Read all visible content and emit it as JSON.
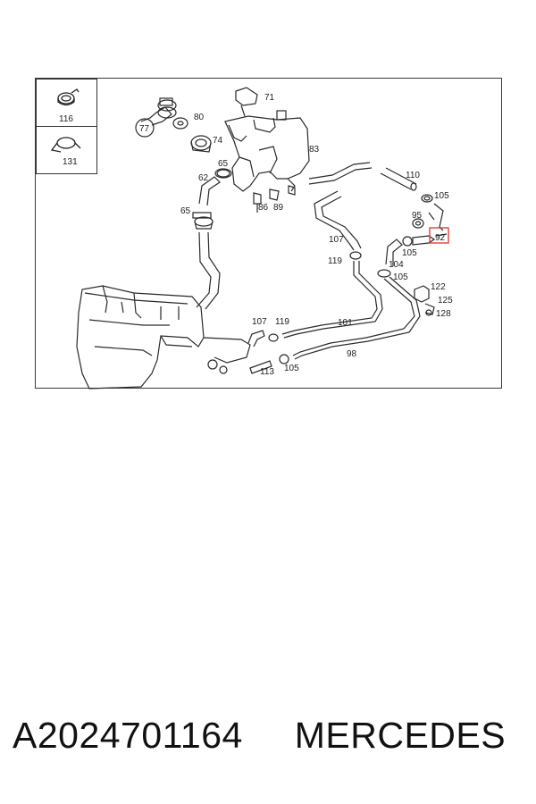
{
  "diagram": {
    "labels": {
      "l116": "116",
      "l131": "131",
      "l77": "77",
      "l80": "80",
      "l74": "74",
      "l71": "71",
      "l83": "83",
      "l62": "62",
      "l65a": "65",
      "l65b": "65",
      "l86": "86",
      "l89": "89",
      "l110": "110",
      "l105a": "105",
      "l95": "95",
      "l92": "92",
      "l107a": "107",
      "l105b": "105",
      "l119a": "119",
      "l104": "104",
      "l105c": "105",
      "l122": "122",
      "l125": "125",
      "l128": "128",
      "l107b": "107",
      "l119b": "119",
      "l101": "101",
      "l98": "98",
      "l113": "113",
      "l105d": "105"
    },
    "highlight_color": "#e03030"
  },
  "footer": {
    "part_number": "A2024701164",
    "brand": "MERCEDES"
  }
}
